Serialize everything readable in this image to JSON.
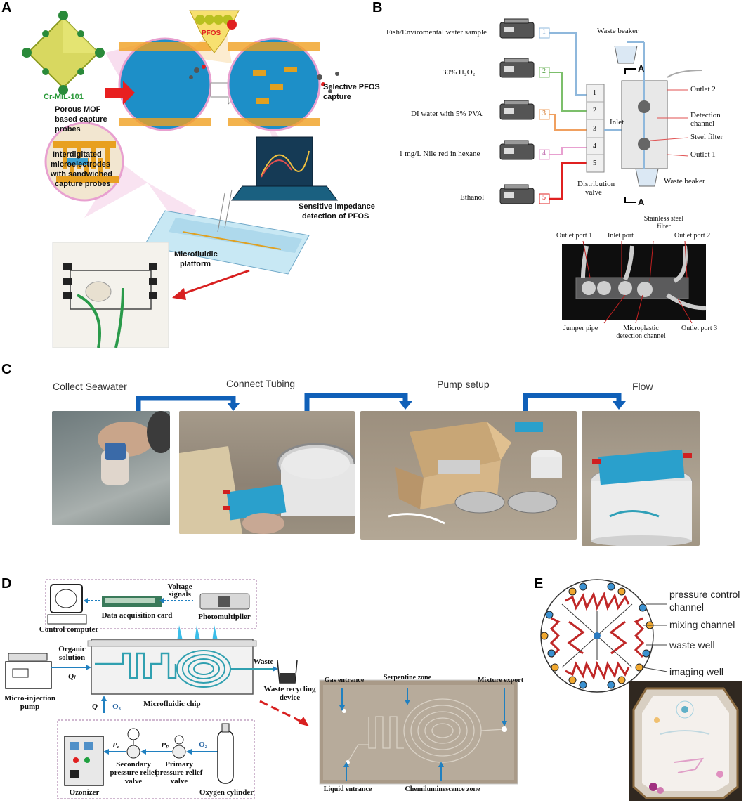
{
  "panel_a": {
    "label": "A",
    "mof_name": "Cr-MIL-101",
    "pfos": "PFOS",
    "porous_probe": [
      "Porous MOF",
      "based capture",
      "probes"
    ],
    "selective": [
      "Selective PFOS",
      "capture"
    ],
    "interdigitated": [
      "Interdigitated",
      "microelectrodes",
      "with sandwiched",
      "capture probes"
    ],
    "sensitive": [
      "Sensitive impedance",
      "detection of PFOS"
    ],
    "microfluidic": [
      "Microfluidic",
      "platform"
    ]
  },
  "panel_b": {
    "label": "B",
    "samples": [
      "Fish/Enviromental water sample",
      "30% H₂O₂",
      "DI water with 5% PVA",
      "1 mg/L Nile red in hexane",
      "Ethanol"
    ],
    "pump_numbers": [
      "1",
      "2",
      "3",
      "4",
      "5"
    ],
    "valve_numbers": [
      "1",
      "2",
      "3",
      "4",
      "5"
    ],
    "waste_top": "Waste beaker",
    "waste_bottom": "Waste beaker",
    "section_a": "A",
    "inlet": "Inlet",
    "outlet2": "Outlet 2",
    "detection": [
      "Detection",
      "channel"
    ],
    "steel": "Steel filter",
    "outlet1": "Outlet 1",
    "valve": [
      "Distribution",
      "valve"
    ],
    "photo_top": [
      "Outlet port 1",
      "Inlet port",
      "Stainless steel\nfilter",
      "Outlet port 2"
    ],
    "photo_bottom": [
      "Jumper pipe",
      "Microplastic\ndetection channel",
      "Outlet port 3"
    ],
    "colors": [
      "#8fb8dc",
      "#7cbf6b",
      "#f0a060",
      "#e8a0d0",
      "#e02020"
    ]
  },
  "panel_c": {
    "label": "C",
    "steps": [
      "Collect Seawater",
      "Connect Tubing",
      "Pump setup",
      "Flow"
    ],
    "arrow_color": "#1060b8"
  },
  "panel_d": {
    "label": "D",
    "control_computer": "Control computer",
    "daq": "Data acquisition card",
    "voltage": [
      "Voltage",
      "signals"
    ],
    "pmt": "Photomultiplier",
    "organic": [
      "Organic",
      "solution"
    ],
    "ql": "Qₗ",
    "pump": [
      "Micro-injection",
      "pump"
    ],
    "chip": "Microfluidic chip",
    "waste": "Waste",
    "waste_device": [
      "Waste recycling",
      "device"
    ],
    "qg": "Q",
    "o3": "O₃",
    "o2": "O₂",
    "pe": "Pₑ",
    "pp": "Pₚ",
    "secondary": [
      "Secondary",
      "pressure relief",
      "valve"
    ],
    "primary": [
      "Primary",
      "pressure relief",
      "valve"
    ],
    "ozonizer": "Ozonizer",
    "oxygen": "Oxygen cylinder",
    "chip_photo": [
      "Gas entrance",
      "Serpentine zone",
      "Mixture export",
      "Liquid entrance",
      "Chemiluminescence zone"
    ]
  },
  "panel_e": {
    "label": "E",
    "legend": [
      "pressure control",
      "channel",
      "mixing channel",
      "waste well",
      "imaging well"
    ]
  }
}
